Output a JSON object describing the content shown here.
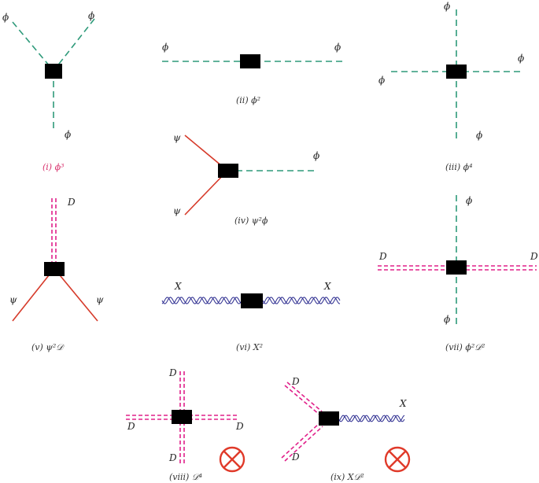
{
  "colors": {
    "scalar": "#2e9a7a",
    "fermion": "#d63a2a",
    "double": "#e0208a",
    "gauge": "#2b2b8f",
    "vertex": "#000000",
    "forbidden": "#e03a2a",
    "caption_highlight": "#d8336e"
  },
  "diagrams": [
    {
      "id": "i",
      "caption": "(i) ϕ³",
      "caption_highlight": true,
      "labels": [
        "ϕ",
        "ϕ",
        "ϕ"
      ]
    },
    {
      "id": "ii",
      "caption": "(ii) ϕ²",
      "labels": [
        "ϕ",
        "ϕ"
      ]
    },
    {
      "id": "iii",
      "caption": "(iii) ϕ⁴",
      "labels": [
        "ϕ",
        "ϕ",
        "ϕ",
        "ϕ"
      ]
    },
    {
      "id": "iv",
      "caption": "(iv) ψ²ϕ",
      "labels": [
        "ψ",
        "ψ",
        "ϕ"
      ]
    },
    {
      "id": "v",
      "caption": "(v) ψ²𝒟",
      "labels": [
        "D",
        "ψ",
        "ψ"
      ]
    },
    {
      "id": "vi",
      "caption": "(vi) X²",
      "labels": [
        "X",
        "X"
      ]
    },
    {
      "id": "vii",
      "caption": "(vii) ϕ²𝒟²",
      "labels": [
        "ϕ",
        "D",
        "D",
        "ϕ"
      ]
    },
    {
      "id": "viii",
      "caption": "(viii) 𝒟⁴",
      "labels": [
        "D",
        "D",
        "D",
        "D"
      ],
      "forbidden": true
    },
    {
      "id": "ix",
      "caption": "(ix) X𝒟²",
      "labels": [
        "D",
        "D",
        "X"
      ],
      "forbidden": true
    }
  ]
}
